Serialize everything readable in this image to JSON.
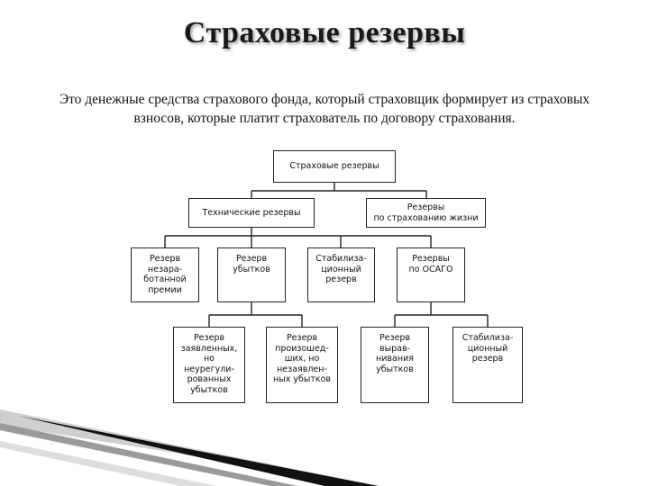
{
  "slide": {
    "title": "Страховые резервы",
    "subtitle": "Это денежные средства страхового фонда, который страховщик формирует из страховых взносов, которые платит страхователь по договору страхования."
  },
  "diagram": {
    "root": "Страховые резервы",
    "technical": "Технические резервы",
    "life": "Резервы\nпо страхованию жизни",
    "unearned": "Резерв\nнезара-\nботанной\nпремии",
    "losses": "Резерв\nубытков",
    "stabilization": "Стабилиза-\nционный\nрезерв",
    "osago": "Резервы\nпо ОСАГО",
    "declared": "Резерв\nзаявленных,\nно\nнеурегули-\nрованных\nубытков",
    "incurred": "Резерв\nпроизошед-\nших, но\nнезаявлен-\nных убытков",
    "equalization": "Резерв\nвырав-\nнивания\nубытков",
    "osago_stab": "Стабилиза-\nционный\nрезерв"
  }
}
